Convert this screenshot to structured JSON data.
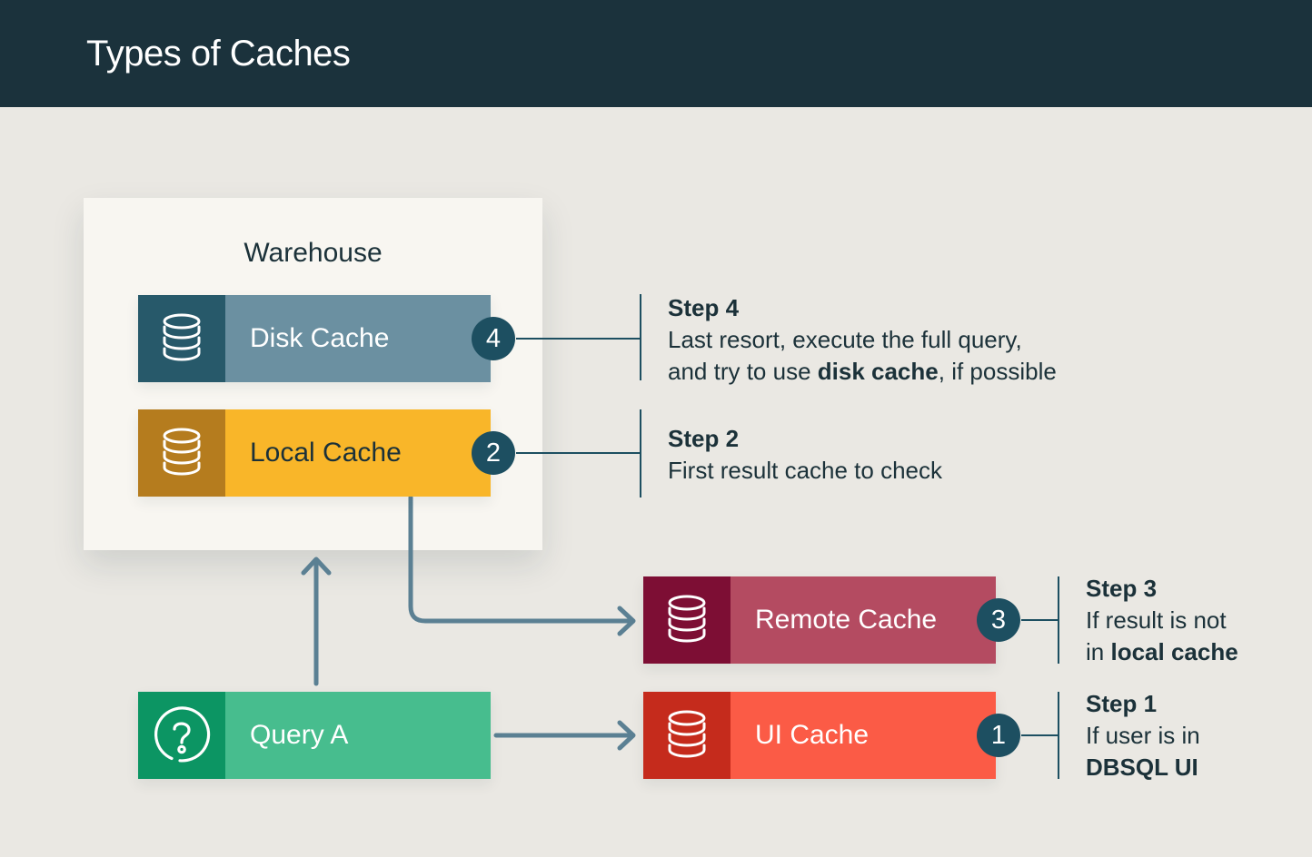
{
  "header": {
    "title": "Types of Caches"
  },
  "warehouse": {
    "label": "Warehouse"
  },
  "nodes": {
    "disk": {
      "label": "Disk Cache",
      "badge": "4",
      "icon": "database-icon",
      "icon_bg": "#27596a",
      "body_bg": "#6b90a1",
      "text_color": "#ffffff"
    },
    "local": {
      "label": "Local Cache",
      "badge": "2",
      "icon": "database-icon",
      "icon_bg": "#b57c1e",
      "body_bg": "#f9b629",
      "text_color": "#1b3139"
    },
    "remote": {
      "label": "Remote Cache",
      "badge": "3",
      "icon": "database-icon",
      "icon_bg": "#7d0e34",
      "body_bg": "#b44b61",
      "text_color": "#ffffff"
    },
    "ui": {
      "label": "UI Cache",
      "badge": "1",
      "icon": "database-icon",
      "icon_bg": "#c52b1c",
      "body_bg": "#fb5b46",
      "text_color": "#ffffff"
    },
    "query": {
      "label": "Query A",
      "icon": "question-mark-icon",
      "icon_bg": "#0c9563",
      "body_bg": "#47bd8e",
      "text_color": "#ffffff"
    }
  },
  "steps": {
    "step4": {
      "title": "Step 4",
      "lines": [
        [
          {
            "t": "Last resort, execute the full query,"
          }
        ],
        [
          {
            "t": "and try to use "
          },
          {
            "t": "disk cache",
            "b": true
          },
          {
            "t": ", if possible"
          }
        ]
      ]
    },
    "step2": {
      "title": "Step 2",
      "lines": [
        [
          {
            "t": "First result cache to check"
          }
        ]
      ]
    },
    "step3": {
      "title": "Step 3",
      "lines": [
        [
          {
            "t": "If result is not"
          }
        ],
        [
          {
            "t": "in "
          },
          {
            "t": "local cache",
            "b": true
          }
        ]
      ]
    },
    "step1": {
      "title": "Step 1",
      "lines": [
        [
          {
            "t": "If user is in"
          }
        ],
        [
          {
            "t": "DBSQL UI",
            "b": true
          }
        ]
      ]
    }
  },
  "colors": {
    "header_bg": "#1b323c",
    "page_bg": "#eae8e3",
    "panel_bg": "#f8f6f1",
    "ink": "#1b3139",
    "arrow": "#5b8093",
    "badge_bg": "#1d4f61",
    "badge_text": "#ffffff"
  }
}
